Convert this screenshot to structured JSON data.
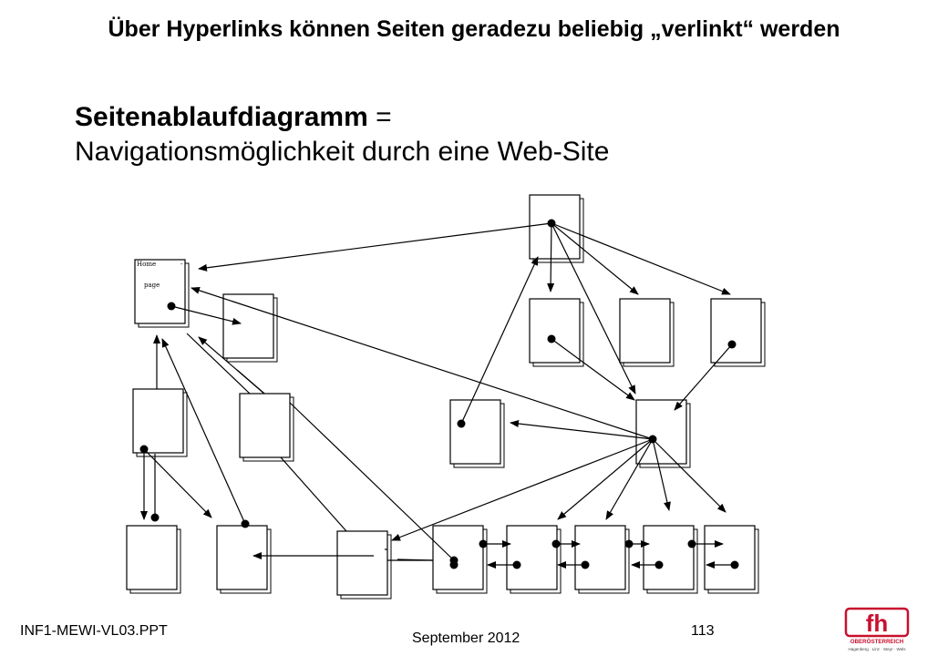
{
  "slide": {
    "title": "Über Hyperlinks können Seiten geradezu beliebig „verlinkt“ werden",
    "subtitle_bold": "Seitenablaufdiagramm",
    "subtitle_eq": " =",
    "subtitle_rest": "Navigationsmöglichkeit durch eine Web-Site"
  },
  "diagram": {
    "home_label_line1": "Home",
    "home_label_dash": "-",
    "home_label_line2": "page"
  },
  "footer": {
    "left": "INF1-MEWI-VL03.PPT",
    "center": "September 2012",
    "page_number": "113"
  },
  "logo": {
    "text": "fh",
    "subtitle": "OBERÖSTERREICH",
    "tagline": "Hagenberg · Linz · Steyr · Wels",
    "color": "#c8102e"
  }
}
